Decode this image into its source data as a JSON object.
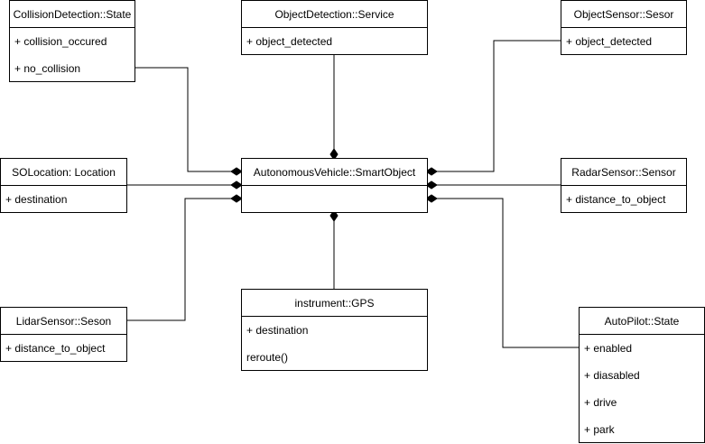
{
  "classes": {
    "collision_detection": {
      "name": "CollisionDetection::State",
      "attributes": [
        "+ collision_occured",
        "+ no_collision"
      ]
    },
    "object_detection": {
      "name": "ObjectDetection::Service",
      "attributes": [
        "+ object_detected"
      ]
    },
    "object_sensor": {
      "name": "ObjectSensor::Sesor",
      "attributes": [
        "+ object_detected"
      ]
    },
    "so_location": {
      "name": "SOLocation: Location",
      "attributes": [
        "+ destination"
      ]
    },
    "autonomous_vehicle": {
      "name": "AutonomousVehicle::SmartObject",
      "attributes": []
    },
    "radar_sensor": {
      "name": "RadarSensor::Sensor",
      "attributes": [
        "+ distance_to_object"
      ]
    },
    "lidar_sensor": {
      "name": "LidarSensor::Seson",
      "attributes": [
        "+ distance_to_object"
      ]
    },
    "gps": {
      "name": "instrument::GPS",
      "attributes": [
        "+ destination",
        "reroute()"
      ]
    },
    "autopilot": {
      "name": "AutoPilot::State",
      "attributes": [
        "+ enabled",
        "+ diasabled",
        "+ drive",
        "+ park"
      ]
    }
  },
  "colors": {
    "line": "#000000",
    "background": "#ffffff"
  },
  "relations": [
    {
      "from": "collision_detection",
      "to": "autonomous_vehicle",
      "kind": "composition"
    },
    {
      "from": "object_detection",
      "to": "autonomous_vehicle",
      "kind": "composition"
    },
    {
      "from": "object_sensor",
      "to": "autonomous_vehicle",
      "kind": "composition"
    },
    {
      "from": "so_location",
      "to": "autonomous_vehicle",
      "kind": "composition"
    },
    {
      "from": "radar_sensor",
      "to": "autonomous_vehicle",
      "kind": "composition"
    },
    {
      "from": "lidar_sensor",
      "to": "autonomous_vehicle",
      "kind": "composition"
    },
    {
      "from": "gps",
      "to": "autonomous_vehicle",
      "kind": "composition"
    },
    {
      "from": "autopilot",
      "to": "autonomous_vehicle",
      "kind": "composition"
    }
  ]
}
